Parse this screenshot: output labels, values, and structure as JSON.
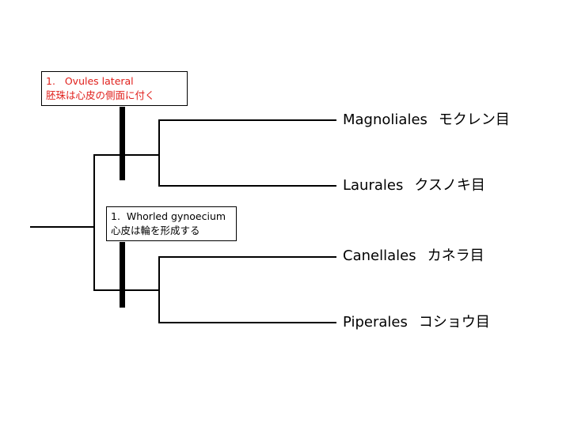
{
  "characters": [
    {
      "line1": "1.   Ovules lateral",
      "line2": "胚珠は心皮の側面に付く",
      "color": "#e0201c"
    },
    {
      "line1": "1.  Whorled gynoecium",
      "line2": "心皮は輪を形成する",
      "color": "#000000"
    }
  ],
  "taxa": [
    {
      "name": "Magnoliales",
      "jp": "モクレン目"
    },
    {
      "name": "Laurales",
      "jp": "クスノキ目"
    },
    {
      "name": "Canellales",
      "jp": "カネラ目"
    },
    {
      "name": "Piperales",
      "jp": "コショウ目"
    }
  ]
}
